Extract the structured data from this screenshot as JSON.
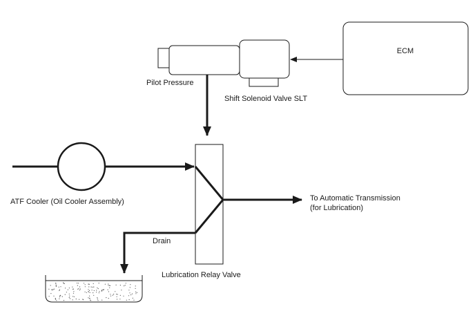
{
  "labels": {
    "ecm": "ECM",
    "pilot_pressure": "Pilot Pressure",
    "solenoid": "Shift Solenoid Valve SLT",
    "atf_cooler": "ATF Cooler (Oil Cooler Assembly)",
    "to_transmission_line1": "To Automatic Transmission",
    "to_transmission_line2": "(for Lubrication)",
    "drain": "Drain",
    "relay_valve": "Lubrication Relay Valve"
  },
  "colors": {
    "line": "#1a1a1a",
    "background": "#ffffff"
  }
}
